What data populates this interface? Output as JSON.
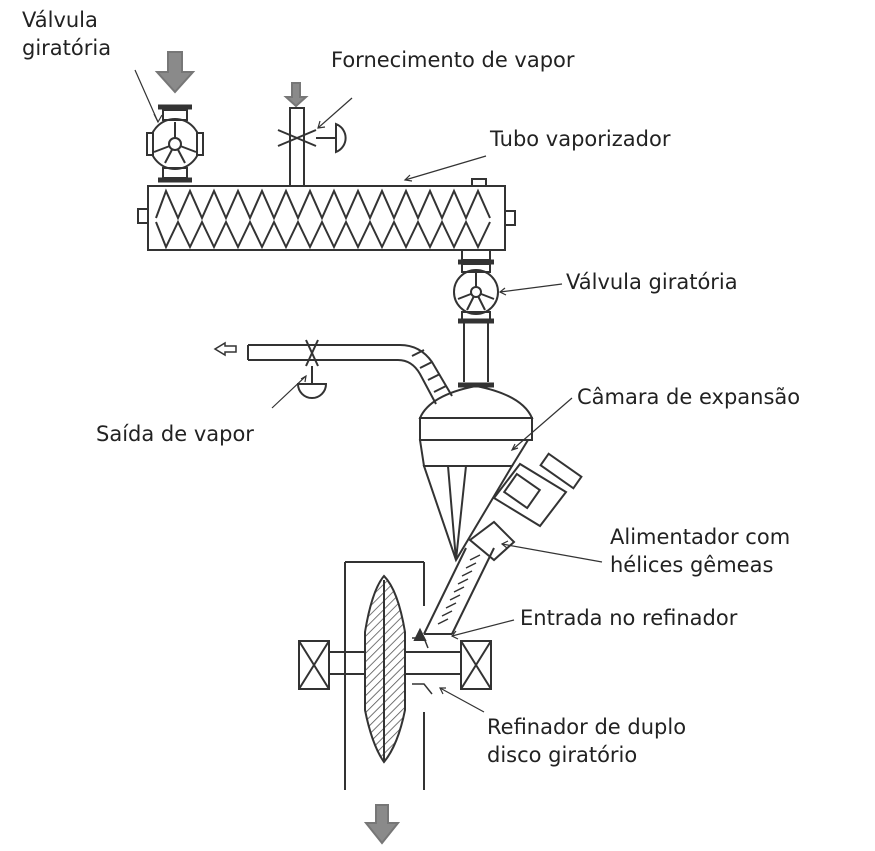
{
  "labels": {
    "valve_top_line1": "Válvula",
    "valve_top_line2": "giratória",
    "steam_supply": "Fornecimento de vapor",
    "steaming_tube": "Tubo vaporizador",
    "valve_mid": "Válvula giratória",
    "steam_outlet": "Saída de vapor",
    "expansion_chamber": "Câmara de expansão",
    "feeder_line1": "Alimentador com",
    "feeder_line2": "hélices gêmeas",
    "refiner_inlet": "Entrada no refinador",
    "refiner_line1": "Refinador de duplo",
    "refiner_line2": "disco giratório"
  },
  "colors": {
    "line": "#333333",
    "arrow_fill": "#8a8a8a",
    "hatch": "#555555",
    "background": "#ffffff"
  }
}
